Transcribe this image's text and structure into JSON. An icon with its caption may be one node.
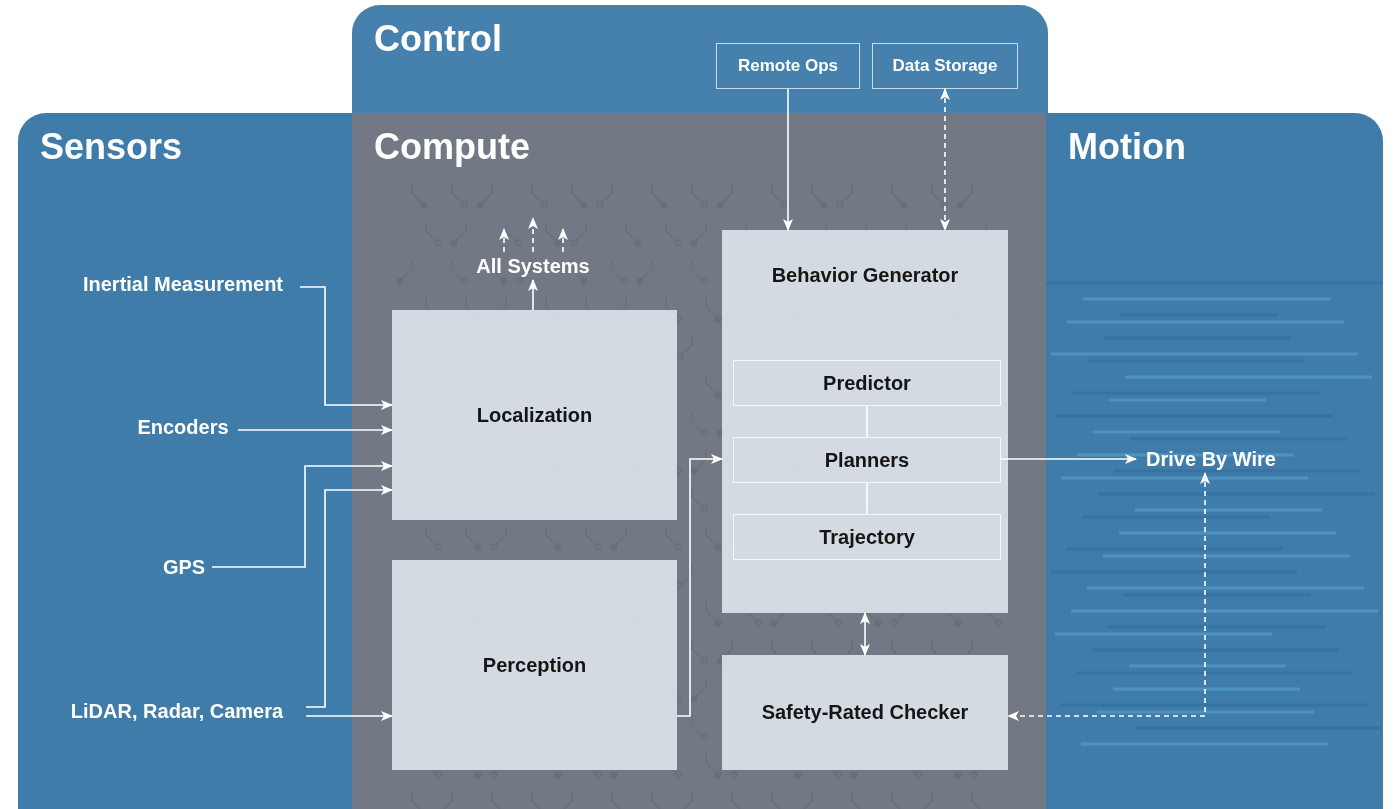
{
  "diagram": {
    "nodes": [
      {
        "text": [
          "Control"
        ]
      },
      {
        "text": [
          "Remote Ops"
        ],
        "in": 0
      },
      {
        "text": [
          "Data Storage"
        ],
        "in": 0
      },
      {
        "text": [
          "Sensors"
        ]
      },
      {
        "text": [
          "Inertial Measurement"
        ],
        "in": 3
      },
      {
        "text": [
          "Encoders"
        ],
        "in": 3
      },
      {
        "text": [
          "GPS"
        ],
        "in": 3
      },
      {
        "text": [
          "LiDAR, Radar, Camera"
        ],
        "in": 3
      },
      {
        "text": [
          "Compute"
        ]
      },
      {
        "text": [
          "All Systems"
        ],
        "in": 8
      },
      {
        "text": [
          "Localization"
        ],
        "in": 8
      },
      {
        "text": [
          "Perception"
        ],
        "in": 8
      },
      {
        "text": [
          "Behavior Generator"
        ],
        "in": 8
      },
      {
        "text": [
          "Predictor"
        ],
        "in": 12
      },
      {
        "text": [
          "Planners"
        ],
        "in": 12
      },
      {
        "text": [
          "Trajectory"
        ],
        "in": 12
      },
      {
        "text": [
          "Safety-Rated Checker"
        ],
        "in": 8
      },
      {
        "text": [
          "Motion"
        ]
      },
      {
        "text": [
          "Drive By Wire"
        ],
        "in": 17
      }
    ],
    "edges": [
      {
        "from": 4,
        "to": 10,
        "arrow": "to"
      },
      {
        "from": 5,
        "to": 10,
        "arrow": "to"
      },
      {
        "from": 6,
        "to": 10,
        "arrow": "to"
      },
      {
        "from": 7,
        "to": 10,
        "arrow": "to"
      },
      {
        "from": 7,
        "to": 11,
        "arrow": "to"
      },
      {
        "from": 10,
        "to": 9,
        "arrow": "to"
      },
      {
        "from": 9,
        "to": null,
        "arrow": "to",
        "style": "dashed"
      },
      {
        "from": 9,
        "to": null,
        "arrow": "to",
        "style": "dashed"
      },
      {
        "from": 9,
        "to": null,
        "arrow": "to",
        "style": "dashed"
      },
      {
        "from": 11,
        "to": 12,
        "arrow": "to"
      },
      {
        "from": 1,
        "to": 12,
        "arrow": "to"
      },
      {
        "from": 2,
        "to": 12,
        "arrow": "both",
        "style": "dashed"
      },
      {
        "from": 13,
        "to": 14,
        "arrow": "none"
      },
      {
        "from": 14,
        "to": 15,
        "arrow": "none"
      },
      {
        "from": 12,
        "to": 16,
        "arrow": "both"
      },
      {
        "from": 14,
        "to": 18,
        "arrow": "to"
      },
      {
        "from": 18,
        "to": 16,
        "arrow": "both",
        "style": "dashed"
      }
    ]
  }
}
